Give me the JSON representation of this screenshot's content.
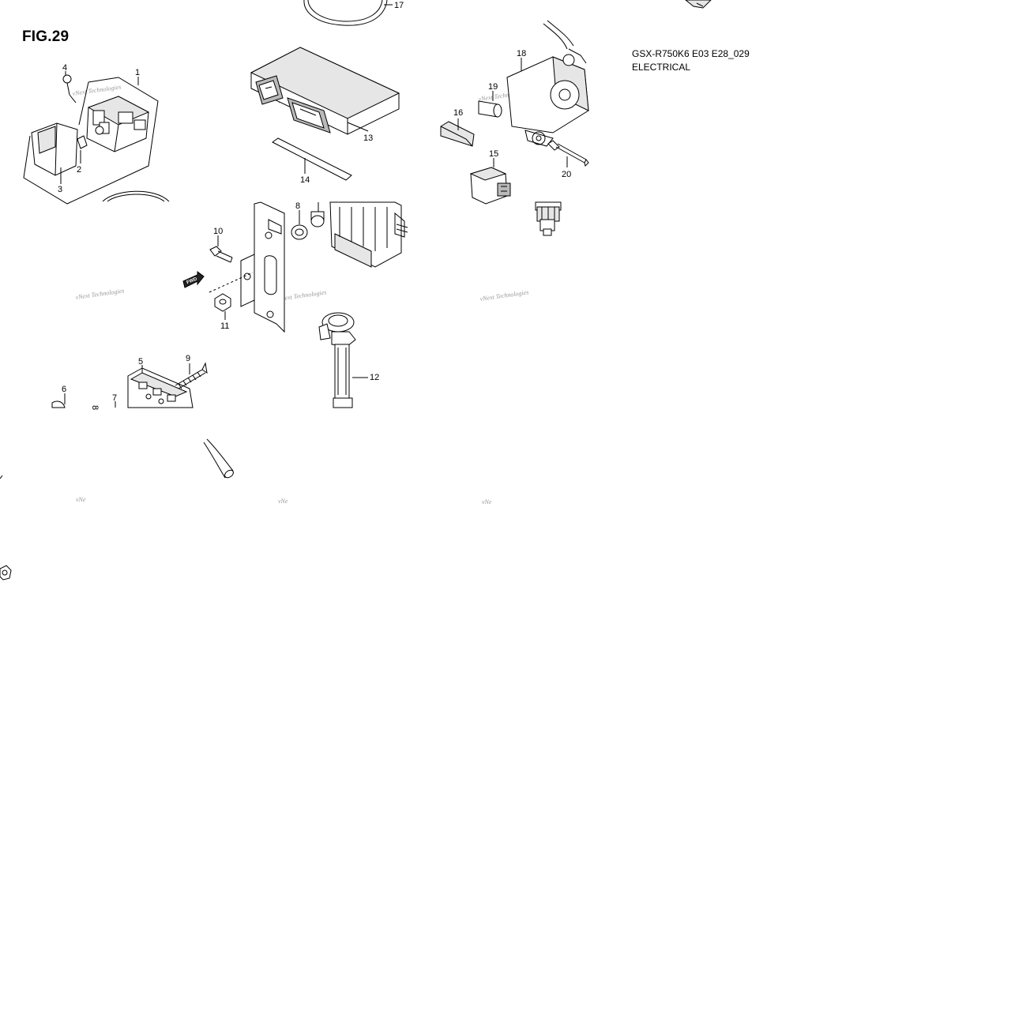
{
  "figure": {
    "title": "FIG.29",
    "model_code": "GSX-R750K6 E03 E28_029",
    "section": "ELECTRICAL"
  },
  "callouts": {
    "c1": "1",
    "c2": "2",
    "c3": "3",
    "c4": "4",
    "c5": "5",
    "c6": "6",
    "c7": "7",
    "c8a": "8",
    "c8b": "8",
    "c9": "9",
    "c10": "10",
    "c11": "11",
    "c12": "12",
    "c13": "13",
    "c14": "14",
    "c15": "15",
    "c16": "16",
    "c17": "17",
    "c18": "18",
    "c19": "19",
    "c20": "20"
  },
  "arrow_label": "FWD",
  "watermark": {
    "full": "vNext Technologies",
    "partial": "vNe"
  }
}
